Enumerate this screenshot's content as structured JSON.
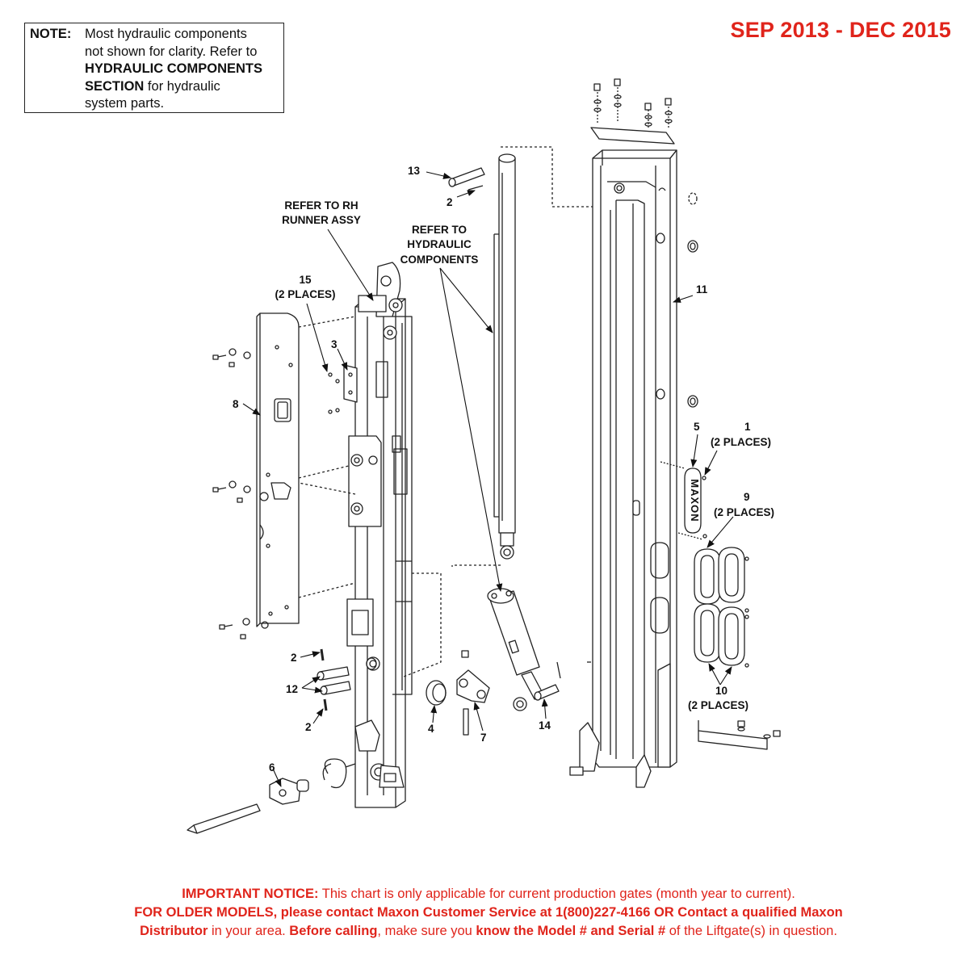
{
  "note": {
    "label": "NOTE:",
    "line1": "Most hydraulic components",
    "line2": "not shown for clarity. Refer to",
    "line3": "HYDRAULIC COMPONENTS",
    "line4_bold": "SECTION",
    "line4_rest": " for hydraulic",
    "line5": "system parts."
  },
  "date_range": "SEP 2013 - DEC 2015",
  "callouts": {
    "refer_rh_1": "REFER TO RH",
    "refer_rh_2": "RUNNER ASSY",
    "refer_hyd_1": "REFER TO",
    "refer_hyd_2": "HYDRAULIC",
    "refer_hyd_3": "COMPONENTS",
    "c1": "1",
    "c1_places": "(2 PLACES)",
    "c2a": "2",
    "c2b": "2",
    "c2c": "2",
    "c3": "3",
    "c4": "4",
    "c5": "5",
    "c6": "6",
    "c7": "7",
    "c8": "8",
    "c9": "9",
    "c9_places": "(2 PLACES)",
    "c10": "10",
    "c10_places": "(2 PLACES)",
    "c11": "11",
    "c12": "12",
    "c13": "13",
    "c14": "14",
    "c15": "15",
    "c15_places": "(2 PLACES)"
  },
  "plate_text": "MAXON",
  "notice": {
    "l1_bold": "IMPORTANT NOTICE:",
    "l1_rest": " This chart is only applicable for current production gates (month year to current).",
    "l2": "FOR OLDER MODELS, please contact Maxon Customer Service at 1(800)227-4166 OR Contact a qualified Maxon",
    "l3_a": "Distributor",
    "l3_b": " in your area. ",
    "l3_c": "Before calling",
    "l3_d": ", make sure you ",
    "l3_e": "know the Model # and Serial #",
    "l3_f": " of the Liftgate(s) in question."
  },
  "colors": {
    "accent_red": "#e0241b",
    "line": "#222222"
  }
}
